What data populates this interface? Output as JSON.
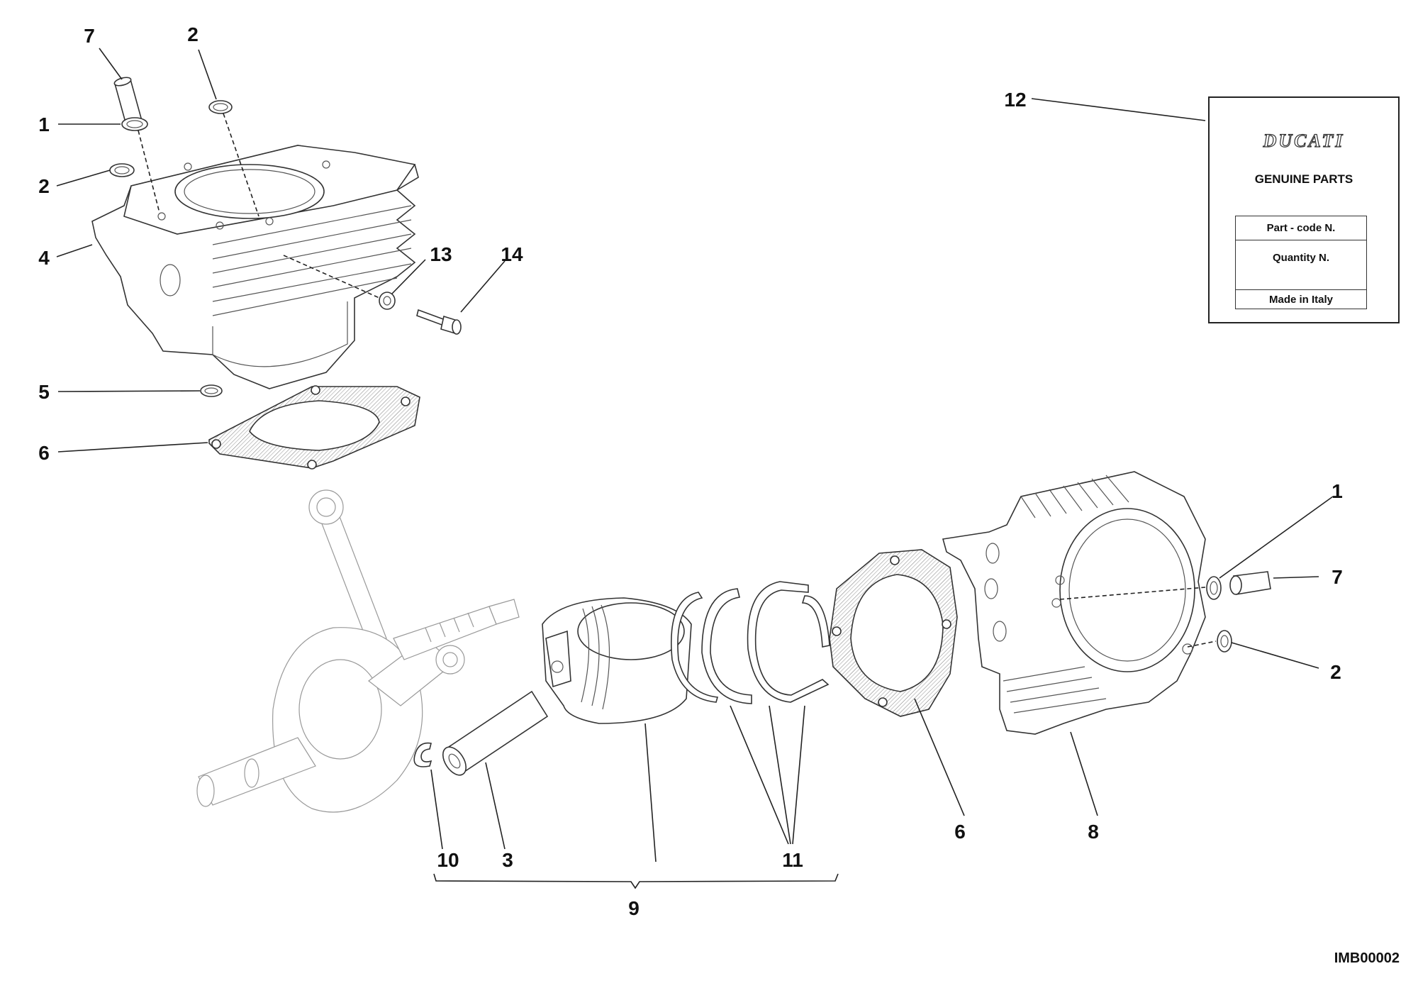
{
  "callouts": {
    "c7_top": "7",
    "c2_top": "2",
    "c1_left": "1",
    "c2_left": "2",
    "c4": "4",
    "c13": "13",
    "c14": "14",
    "c5": "5",
    "c6_left": "6",
    "c12": "12",
    "c1_right": "1",
    "c7_right": "7",
    "c2_right": "2",
    "c6_mid": "6",
    "c8": "8",
    "c10": "10",
    "c3": "3",
    "c11": "11",
    "c9": "9"
  },
  "label_card": {
    "brand": "DUCATI",
    "genuine": "GENUINE PARTS",
    "part_code": "Part - code N.",
    "quantity": "Quantity N.",
    "made_in": "Made in Italy"
  },
  "drawing_code": "IMB00002"
}
